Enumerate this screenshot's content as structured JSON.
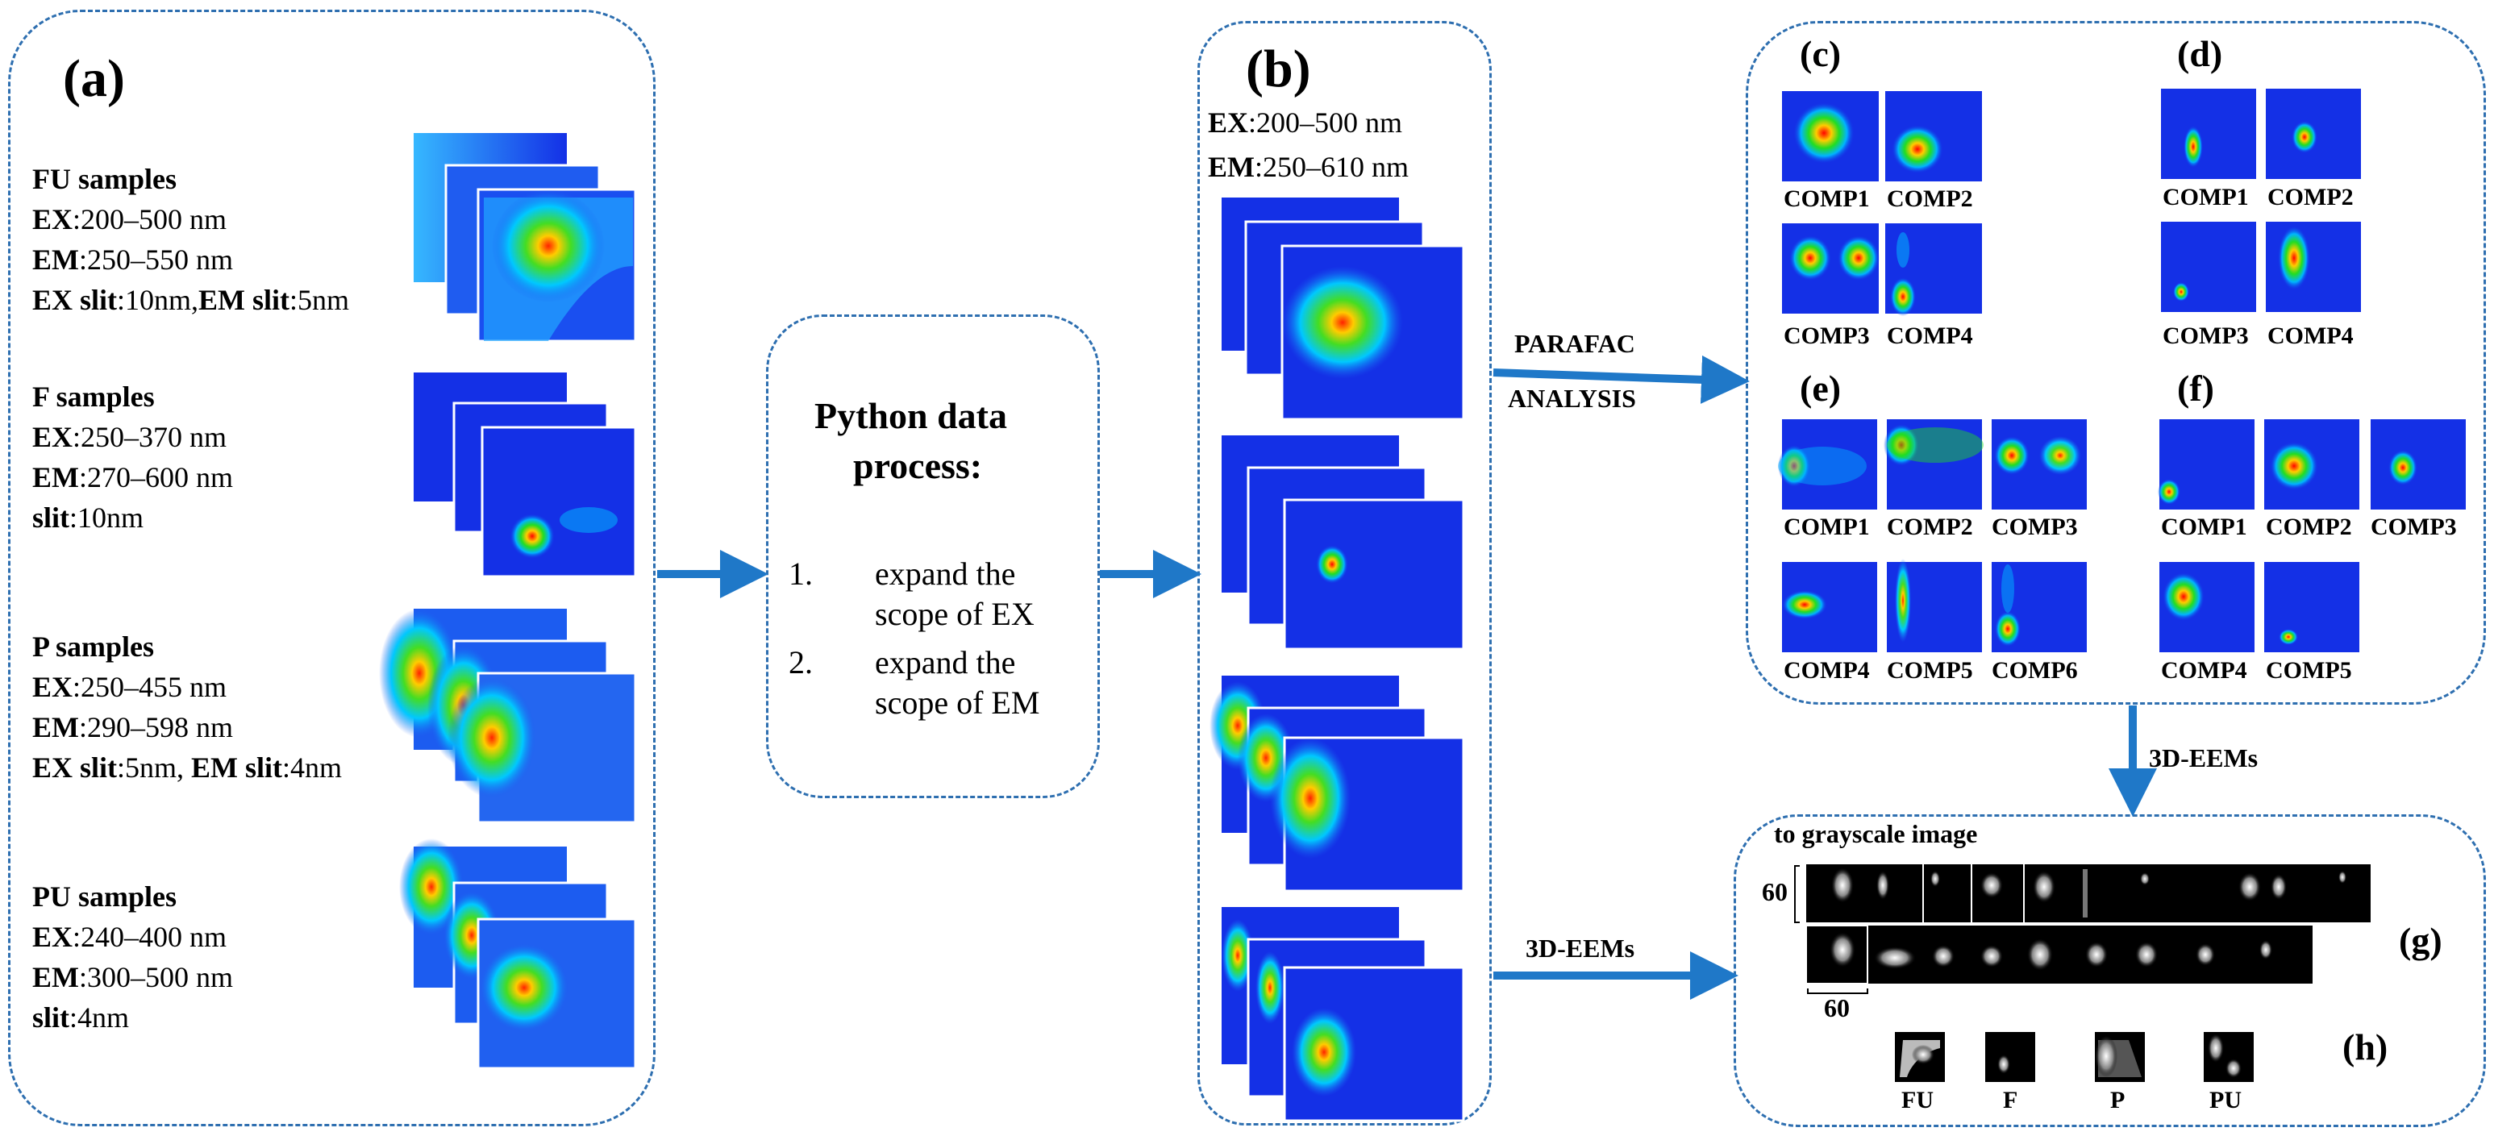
{
  "panels": {
    "a": "(a)",
    "b": "(b)",
    "c": "(c)",
    "d": "(d)",
    "e": "(e)",
    "f": "(f)",
    "g": "(g)",
    "h": "(h)"
  },
  "samples": [
    {
      "title": "FU samples",
      "ex_key": "EX",
      "ex_val": ":200‒500  nm",
      "em_key": "EM",
      "em_val": ":250–550  nm",
      "slit_line": [
        {
          "t": "EX slit",
          "b": true
        },
        {
          "t": ":10nm,",
          "b": false
        },
        {
          "t": "EM slit",
          "b": true
        },
        {
          "t": ":5nm",
          "b": false
        }
      ]
    },
    {
      "title": "F samples",
      "ex_key": "EX",
      "ex_val": ":250–370  nm",
      "em_key": "EM",
      "em_val": ":270–600  nm",
      "slit_line": [
        {
          "t": "slit",
          "b": true
        },
        {
          "t": ":10nm",
          "b": false
        }
      ]
    },
    {
      "title": "P samples",
      "ex_key": "EX",
      "ex_val": ":250–455  nm",
      "em_key": "EM",
      "em_val": ":290–598  nm",
      "slit_line": [
        {
          "t": "EX slit",
          "b": true
        },
        {
          "t": ":5nm,  ",
          "b": false
        },
        {
          "t": "EM slit",
          "b": true
        },
        {
          "t": ":4nm",
          "b": false
        }
      ]
    },
    {
      "title": "PU samples",
      "ex_key": "EX",
      "ex_val": ":240–400  nm",
      "em_key": "EM",
      "em_val": ":300–500  nm",
      "slit_line": [
        {
          "t": "slit",
          "b": true
        },
        {
          "t": ":4nm",
          "b": false
        }
      ]
    }
  ],
  "python": {
    "title_line1": "Python data",
    "title_line2": "process:",
    "step1_num": "1.",
    "step1_line1": "expand the",
    "step1_line2": "scope of EX",
    "step2_num": "2.",
    "step2_line1": "expand the",
    "step2_line2": "scope of EM"
  },
  "expanded": {
    "ex_key": "EX",
    "ex_val": ":200–500  nm",
    "em_key": "EM",
    "em_val": ":250–610  nm"
  },
  "arrows": {
    "parafac_line1": "PARAFAC",
    "parafac_line2": "ANALYSIS",
    "eems_right": "3D-EEMs",
    "eems_down": "3D-EEMs"
  },
  "comps": {
    "c": [
      "COMP1",
      "COMP2",
      "COMP3",
      "COMP4"
    ],
    "d": [
      "COMP1",
      "COMP2",
      "COMP3",
      "COMP4"
    ],
    "e": [
      "COMP1",
      "COMP2",
      "COMP3",
      "COMP4",
      "COMP5",
      "COMP6"
    ],
    "f": [
      "COMP1",
      "COMP2",
      "COMP3",
      "COMP4",
      "COMP5"
    ]
  },
  "grayscale": {
    "title": "to grayscale image",
    "size_v": "60",
    "size_h": "60",
    "classes": [
      "FU",
      "F",
      "P",
      "PU"
    ]
  },
  "colors": {
    "border": "#2e6fb0",
    "arrow": "#1f78c8",
    "map_bg": "#1430e6"
  }
}
